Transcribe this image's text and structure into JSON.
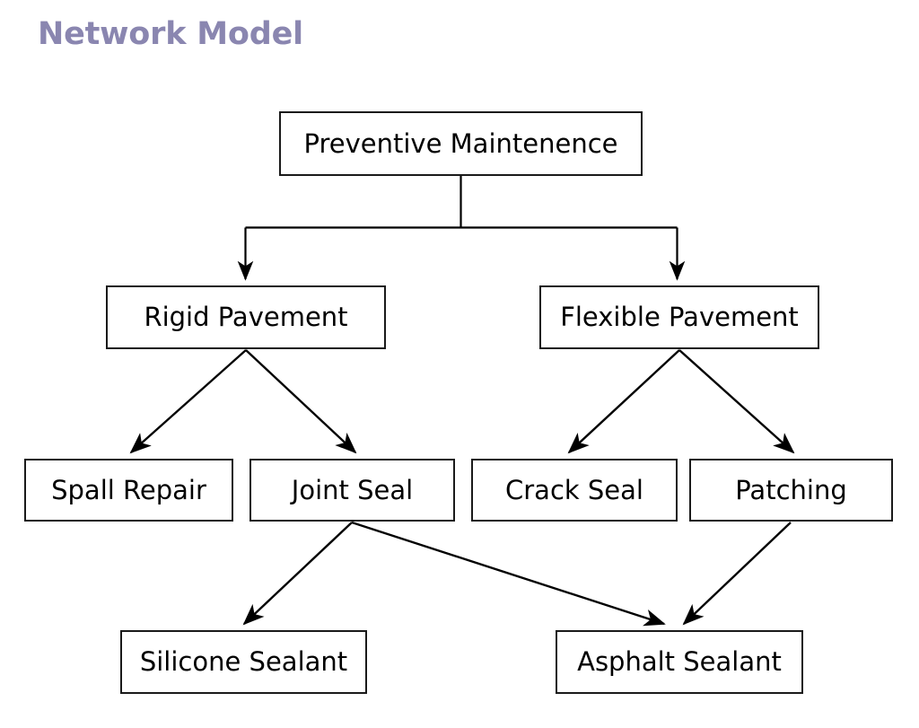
{
  "title": "Network Model",
  "theme": {
    "title_color": "#8a86b0",
    "node_border_color": "#1a1a1a",
    "node_fill_color": "#ffffff",
    "edge_color": "#000000",
    "background": "#ffffff",
    "text_color": "#000000"
  },
  "nodes": {
    "root": {
      "label": "Preventive Maintenence"
    },
    "rigid": {
      "label": "Rigid Pavement"
    },
    "flexible": {
      "label": "Flexible Pavement"
    },
    "spall": {
      "label": "Spall Repair"
    },
    "joint": {
      "label": "Joint Seal"
    },
    "crack": {
      "label": "Crack Seal"
    },
    "patching": {
      "label": "Patching"
    },
    "silicone": {
      "label": "Silicone Sealant"
    },
    "asphalt": {
      "label": "Asphalt Sealant"
    }
  },
  "edges": [
    {
      "from": "Preventive Maintenence",
      "to": "Rigid Pavement",
      "style": "orthogonal"
    },
    {
      "from": "Preventive Maintenence",
      "to": "Flexible Pavement",
      "style": "orthogonal"
    },
    {
      "from": "Rigid Pavement",
      "to": "Spall Repair",
      "style": "diagonal"
    },
    {
      "from": "Rigid Pavement",
      "to": "Joint Seal",
      "style": "diagonal"
    },
    {
      "from": "Flexible Pavement",
      "to": "Crack Seal",
      "style": "diagonal"
    },
    {
      "from": "Flexible Pavement",
      "to": "Patching",
      "style": "diagonal"
    },
    {
      "from": "Joint Seal",
      "to": "Silicone Sealant",
      "style": "diagonal"
    },
    {
      "from": "Joint Seal",
      "to": "Asphalt Sealant",
      "style": "diagonal"
    },
    {
      "from": "Patching",
      "to": "Asphalt Sealant",
      "style": "diagonal"
    }
  ]
}
